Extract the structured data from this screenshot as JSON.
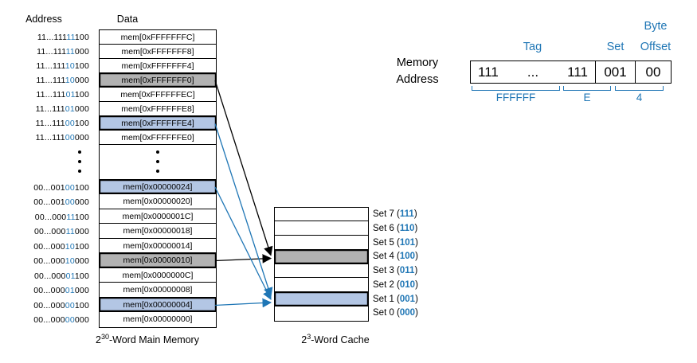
{
  "colors": {
    "accent_blue": "#1f76b5",
    "ink": "#000000",
    "row_blue": "#b3c6e4",
    "row_gray": "#b2b2b2"
  },
  "main_memory": {
    "address_header": "Address",
    "data_header": "Data",
    "caption": {
      "base": "2",
      "exp": "30",
      "rest": "-Word Main Memory"
    },
    "top_rows": [
      {
        "addr_pre": "11...111",
        "addr_set": "11",
        "addr_post": "100",
        "data": "mem[0xFFFFFFFC]",
        "highlight": "none"
      },
      {
        "addr_pre": "11...111",
        "addr_set": "11",
        "addr_post": "000",
        "data": "mem[0xFFFFFFF8]",
        "highlight": "none"
      },
      {
        "addr_pre": "11...111",
        "addr_set": "10",
        "addr_post": "100",
        "data": "mem[0xFFFFFFF4]",
        "highlight": "none"
      },
      {
        "addr_pre": "11...111",
        "addr_set": "10",
        "addr_post": "000",
        "data": "mem[0xFFFFFFF0]",
        "highlight": "gray"
      },
      {
        "addr_pre": "11...111",
        "addr_set": "01",
        "addr_post": "100",
        "data": "mem[0xFFFFFFEC]",
        "highlight": "none"
      },
      {
        "addr_pre": "11...111",
        "addr_set": "01",
        "addr_post": "000",
        "data": "mem[0xFFFFFFE8]",
        "highlight": "none"
      },
      {
        "addr_pre": "11...111",
        "addr_set": "00",
        "addr_post": "100",
        "data": "mem[0xFFFFFFE4]",
        "highlight": "blue"
      },
      {
        "addr_pre": "11...111",
        "addr_set": "00",
        "addr_post": "000",
        "data": "mem[0xFFFFFFE0]",
        "highlight": "none"
      }
    ],
    "bottom_rows": [
      {
        "addr_pre": "00...001",
        "addr_set": "00",
        "addr_post": "100",
        "data": "mem[0x00000024]",
        "highlight": "blue"
      },
      {
        "addr_pre": "00...001",
        "addr_set": "00",
        "addr_post": "000",
        "data": "mem[0x00000020]",
        "highlight": "none"
      },
      {
        "addr_pre": "00...000",
        "addr_set": "11",
        "addr_post": "100",
        "data": "mem[0x0000001C]",
        "highlight": "none"
      },
      {
        "addr_pre": "00...000",
        "addr_set": "11",
        "addr_post": "000",
        "data": "mem[0x00000018]",
        "highlight": "none"
      },
      {
        "addr_pre": "00...000",
        "addr_set": "10",
        "addr_post": "100",
        "data": "mem[0x00000014]",
        "highlight": "none"
      },
      {
        "addr_pre": "00...000",
        "addr_set": "10",
        "addr_post": "000",
        "data": "mem[0x00000010]",
        "highlight": "gray"
      },
      {
        "addr_pre": "00...000",
        "addr_set": "01",
        "addr_post": "100",
        "data": "mem[0x0000000C]",
        "highlight": "none"
      },
      {
        "addr_pre": "00...000",
        "addr_set": "01",
        "addr_post": "000",
        "data": "mem[0x00000008]",
        "highlight": "none"
      },
      {
        "addr_pre": "00...000",
        "addr_set": "00",
        "addr_post": "100",
        "data": "mem[0x00000004]",
        "highlight": "blue"
      },
      {
        "addr_pre": "00...000",
        "addr_set": "00",
        "addr_post": "000",
        "data": "mem[0x00000000]",
        "highlight": "none"
      }
    ]
  },
  "cache": {
    "caption": {
      "base": "2",
      "exp": "3",
      "rest": "-Word Cache"
    },
    "sets": [
      {
        "label": "Set 7",
        "bits": "111",
        "highlight": "none"
      },
      {
        "label": "Set 6",
        "bits": "110",
        "highlight": "none"
      },
      {
        "label": "Set 5",
        "bits": "101",
        "highlight": "none"
      },
      {
        "label": "Set 4",
        "bits": "100",
        "highlight": "gray"
      },
      {
        "label": "Set 3",
        "bits": "011",
        "highlight": "none"
      },
      {
        "label": "Set 2",
        "bits": "010",
        "highlight": "none"
      },
      {
        "label": "Set 1",
        "bits": "001",
        "highlight": "blue"
      },
      {
        "label": "Set 0",
        "bits": "000",
        "highlight": "none"
      }
    ]
  },
  "address_breakdown": {
    "label_line1": "Memory",
    "label_line2": "Address",
    "byte_label": "Byte",
    "tag_label": "Tag",
    "set_label": "Set",
    "offset_label": "Offset",
    "tag_left": "111",
    "tag_dots": "...",
    "tag_right": "111",
    "set_bits": "001",
    "offset_bits": "00",
    "brackets": [
      {
        "label": "FFFFFF"
      },
      {
        "label": "E"
      },
      {
        "label": "4"
      }
    ]
  }
}
